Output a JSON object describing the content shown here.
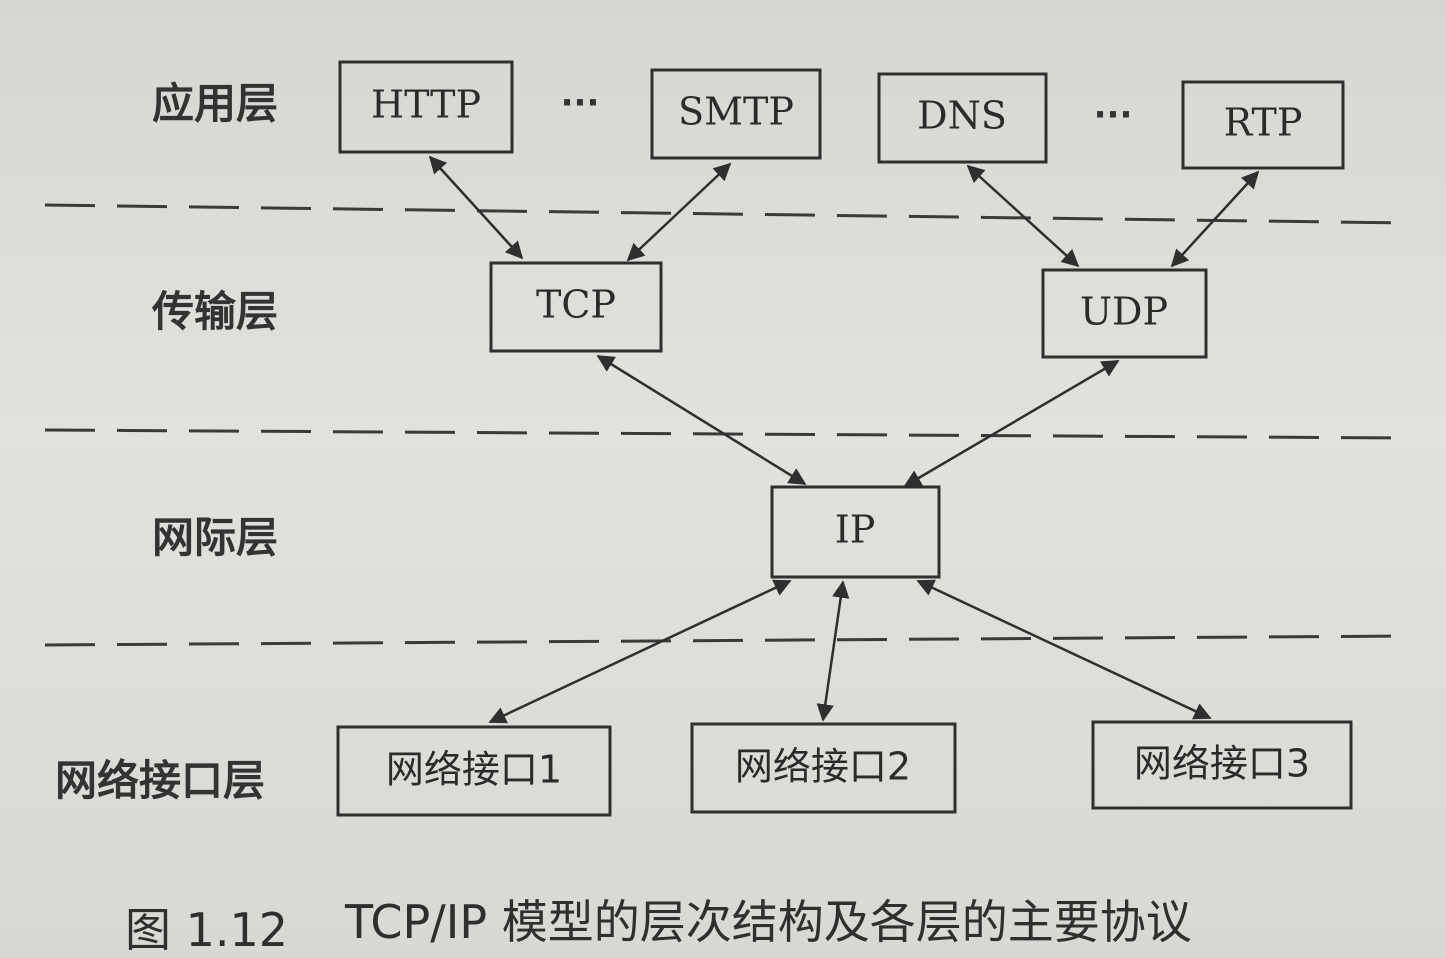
{
  "layers": {
    "application": "应用层",
    "transport": "传输层",
    "internet": "网际层",
    "network_interface": "网络接口层"
  },
  "boxes": {
    "http": "HTTP",
    "smtp": "SMTP",
    "dns": "DNS",
    "rtp": "RTP",
    "tcp": "TCP",
    "udp": "UDP",
    "ip": "IP",
    "ni1": "网络接口1",
    "ni2": "网络接口2",
    "ni3": "网络接口3"
  },
  "ellipsis": {
    "left": "···",
    "right": "···"
  },
  "caption": {
    "number": "图 1.12",
    "text": "TCP/IP 模型的层次结构及各层的主要协议"
  }
}
